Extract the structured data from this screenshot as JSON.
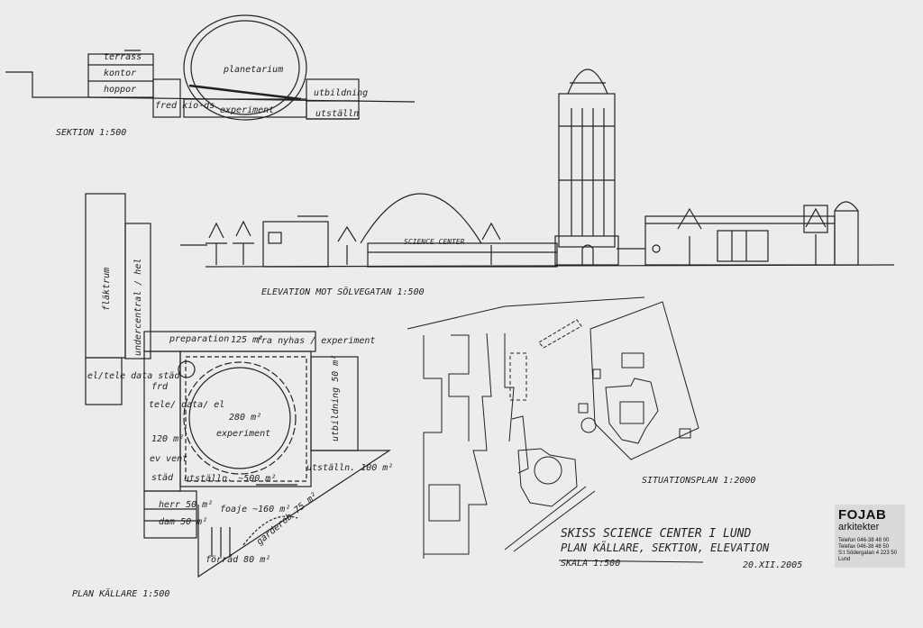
{
  "section": {
    "caption": "SEKTION  1:500",
    "labels": {
      "terrass": "terrass",
      "kontor": "kontor",
      "hoppor": "hoppor",
      "planetarium": "planetarium",
      "experiment": "experiment",
      "utbildning": "utbildning",
      "utställn": "utställn",
      "fred": "fred kio-ds"
    }
  },
  "elevation": {
    "caption": "ELEVATION  MOT  SÖLVEGATAN      1:500",
    "building_sign": "SCIENCE  CENTER"
  },
  "plan": {
    "caption": "PLAN  KÄLLARE   1:500",
    "labels": {
      "flaktrum": "fläktrum",
      "undercentral": "undercentral / hel",
      "preparation": "preparation",
      "prep_area": "125 m²",
      "fr_exp": "fra nyhas / experiment",
      "el_tele": "el/tele data städ",
      "frd": "frd",
      "tele_data": "tele/ data/ el",
      "m120": "120 m²",
      "ev_vent": "ev vent",
      "stad": "städ",
      "experiment_area": "280 m²",
      "experiment": "experiment",
      "utstallning_500": "utställn. ~500 m²",
      "utstallning_100": "utställn. 100 m²",
      "utbildning_50": "utbildning 50 m²",
      "herr": "herr 50 m²",
      "dam": "dam 50 m²",
      "foaje": "foaje ~160 m²",
      "garderob": "garderob 75 m²",
      "forrad": "förråd 80 m²"
    }
  },
  "situation": {
    "caption": "SITUATIONSPLAN   1:2000"
  },
  "title_block": {
    "line1": "SKISS  SCIENCE  CENTER  I  LUND",
    "line2": "PLAN  KÄLLARE, SEKTION, ELEVATION",
    "line3": "SKALA  1:500",
    "date": "20.XII.2005"
  },
  "stamp": {
    "brand": "FOJAB",
    "sub": "arkitekter",
    "telefon": "Telefon 046-38 48 00",
    "telefax": "Telefax 046-38 48 50",
    "address": "S:t Södergatan 4  223 50 Lund"
  },
  "colors": {
    "paper": "#ececec",
    "ink": "#222222"
  }
}
